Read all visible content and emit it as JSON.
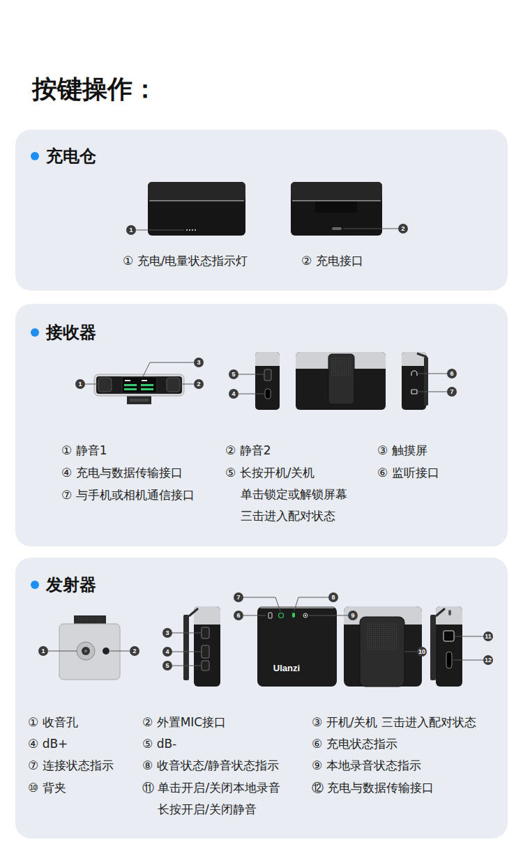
{
  "diagram": {
    "title": "按键操作：",
    "nodes": [
      {
        "text": [
          "充电仓"
        ]
      },
      {
        "text": [
          "接收器"
        ]
      },
      {
        "text": [
          "发射器"
        ]
      }
    ],
    "labels": [
      "1",
      "2",
      "① 充电/电量状态指示灯",
      "② 充电接口",
      "3",
      "1",
      "2",
      "5",
      "4",
      "6",
      "7",
      "① 静音1",
      "② 静音2",
      "③ 触摸屏",
      "④ 充电与数据传输接口",
      "⑤ 长按开机/关机 单击锁定或解锁屏幕 三击进入配对状态",
      "⑥ 监听接口",
      "⑦ 与手机或相机通信接口",
      "7",
      "8",
      "6",
      "9",
      "1",
      "2",
      "3",
      "4",
      "5",
      "10",
      "11",
      "12",
      "Ulanzi",
      "① 收音孔",
      "② 外置MIC接口",
      "③ 开机/关机 三击进入配对状态",
      "④ dB+",
      "⑤ dB-",
      "⑥ 充电状态指示",
      "⑦ 连接状态指示",
      "⑧ 收音状态/静音状态指示",
      "⑨ 本地录音状态指示",
      "⑩ 背夹",
      "⑪ 单击开启/关闭本地录音 长按开启/关闭静音",
      "⑫ 充电与数据传输接口"
    ]
  }
}
